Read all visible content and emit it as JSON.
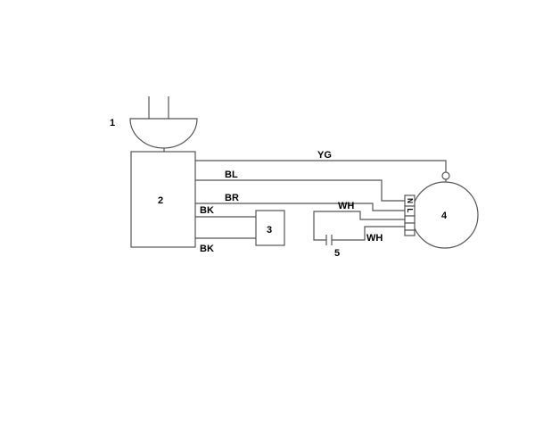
{
  "components": {
    "plug": "1",
    "controller": "2",
    "module": "3",
    "motor": "4",
    "capacitor": "5"
  },
  "wires": {
    "yg": "YG",
    "bl": "BL",
    "br": "BR",
    "bk_top": "BK",
    "bk_bottom": "BK",
    "wh_top": "WH",
    "wh_bottom": "WH"
  },
  "terminals": {
    "n": "N",
    "l": "L"
  },
  "colors": {
    "line": "#555555",
    "text": "#000000"
  }
}
